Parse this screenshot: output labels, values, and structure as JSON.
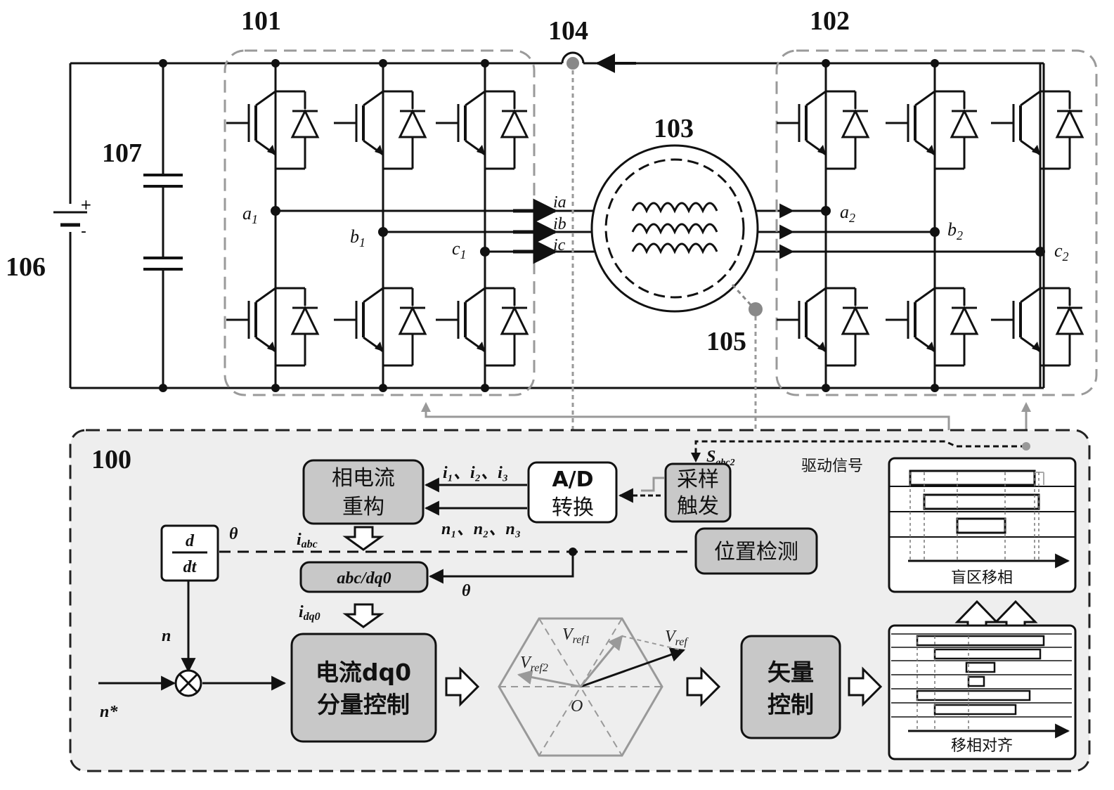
{
  "labels": {
    "controller": "100",
    "inverter1": "101",
    "inverter2": "102",
    "motor": "103",
    "current_sensor": "104",
    "position_sensor": "105",
    "dc_source": "106",
    "capacitor": "107"
  },
  "nodes": {
    "a1": "a",
    "a1_sub": "1",
    "b1": "b",
    "b1_sub": "1",
    "c1": "c",
    "c1_sub": "1",
    "a2": "a",
    "a2_sub": "2",
    "b2": "b",
    "b2_sub": "2",
    "c2": "c",
    "c2_sub": "2"
  },
  "currents": {
    "ia": "ia",
    "ib": "ib",
    "ic": "ic"
  },
  "blocks": {
    "phase_current_rebuild_1": "相电流",
    "phase_current_rebuild_2": "重构",
    "ad_1": "A/D",
    "ad_2": "转换",
    "sample_1": "采样",
    "sample_2": "触发",
    "position_detect": "位置检测",
    "transform": "abc/dq0",
    "current_ctrl_1": "电流dq0",
    "current_ctrl_2": "分量控制",
    "vector_ctrl_1": "矢量",
    "vector_ctrl_2": "控制",
    "deriv_num": "d",
    "deriv_den": "dt",
    "blind_zone": "盲区移相",
    "phase_align": "移相对齐",
    "drive_signal": "驱动信号"
  },
  "signals": {
    "i123": "i₁、i₂、i₃",
    "n123": "n₁、n₂、n₃",
    "sabc2": "S",
    "sabc2_sub": "abc2",
    "iabc": "i",
    "iabc_sub": "abc",
    "idq0": "i",
    "idq0_sub": "dq0",
    "theta1": "θ",
    "theta2": "θ",
    "n": "n",
    "nstar": "n*",
    "vref": "V",
    "vref_sub": "ref",
    "vref1": "V",
    "vref1_sub": "ref1",
    "vref2": "V",
    "vref2_sub": "ref2",
    "origin": "O",
    "plus": "+",
    "minus": "-"
  },
  "colors": {
    "controller_bg": "#eeeeee",
    "block_fill": "#c8c8c8",
    "dashed_gray": "#9a9a9a",
    "wire": "#111111"
  }
}
